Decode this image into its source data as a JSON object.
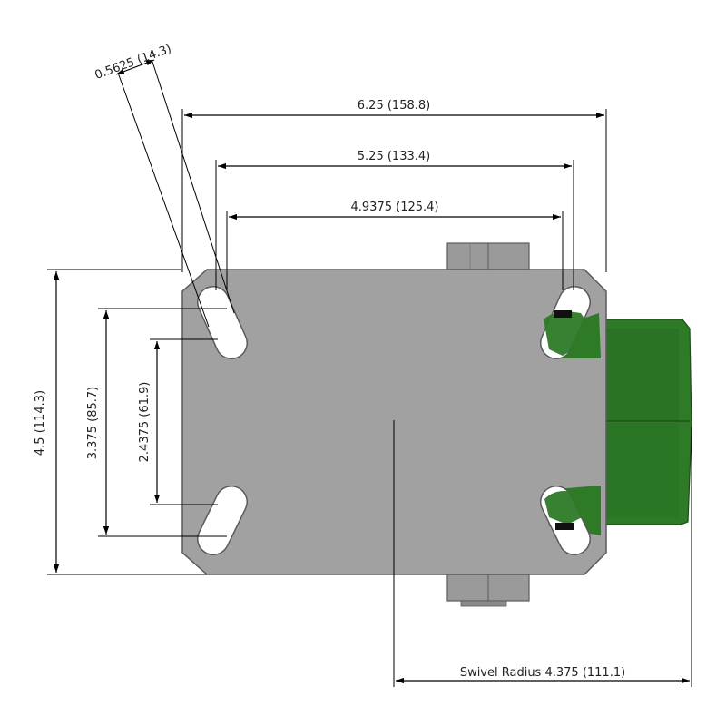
{
  "dimensions": {
    "overall_width": "6.25 (158.8)",
    "bolt_width_outer": "5.25 (133.4)",
    "bolt_width_inner": "4.9375 (125.4)",
    "slot_width": "0.5625 (14.3)",
    "overall_height": "4.5 (114.3)",
    "bolt_height_outer": "3.375 (85.7)",
    "bolt_height_inner": "2.4375 (61.9)",
    "swivel_radius": "Swivel Radius 4.375 (111.1)"
  },
  "colors": {
    "plate": "#a1a1a1",
    "plate_edge": "#5a5a5a",
    "wheel": "#2e7a27",
    "wheel_dark": "#1f5a1a",
    "nut": "#9a9a9a",
    "background": "#ffffff"
  }
}
